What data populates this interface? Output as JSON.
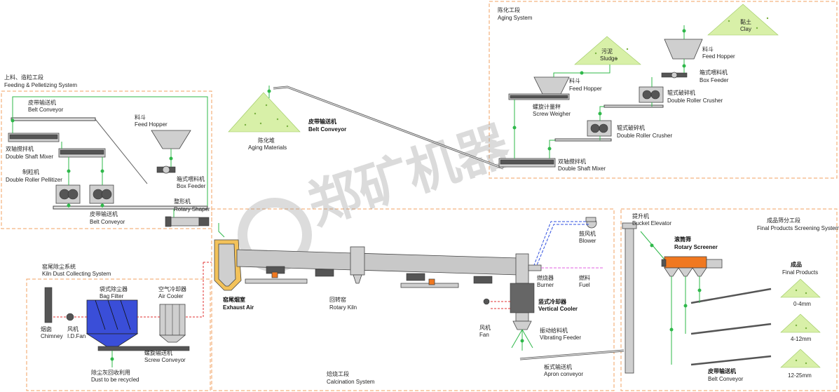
{
  "sections": {
    "feeding": {
      "cn": "上料、造粒工段",
      "en": "Feeding & Pelletizing System"
    },
    "aging": {
      "cn": "陈化工段",
      "en": "Aging System"
    },
    "dust": {
      "cn": "窑尾除尘系统",
      "en": "Kiln Dust Collecting System"
    },
    "calcination": {
      "cn": "焙烧工段",
      "en": "Calcination System"
    },
    "screening": {
      "cn": "成品筛分工段",
      "en": "Final Products Screening System"
    }
  },
  "equipment": {
    "belt_conveyor_1": {
      "cn": "皮带输送机",
      "en": "Belt Conveyor"
    },
    "double_shaft_mixer_1": {
      "cn": "双轴搅拌机",
      "en": "Double Shaft Mixer"
    },
    "pellitizer": {
      "cn": "制粒机",
      "en": "Double Roller Pellitizer"
    },
    "belt_conveyor_2": {
      "cn": "皮带输送机",
      "en": "Belt Conveyor"
    },
    "feed_hopper_1": {
      "cn": "料斗",
      "en": "Feed Hopper"
    },
    "box_feeder_1": {
      "cn": "箱式喂料机",
      "en": "Box Feeder"
    },
    "rotary_shaper": {
      "cn": "整形机",
      "en": "Rotary Shaper"
    },
    "aging_materials": {
      "cn": "陈化堆",
      "en": "Aging Materials"
    },
    "belt_conveyor_main": {
      "cn": "皮带输送机",
      "en": "Belt Conveyor"
    },
    "sludge": {
      "cn": "污泥",
      "en": "Sludge"
    },
    "clay": {
      "cn": "黏土",
      "en": "Clay"
    },
    "feed_hopper_2": {
      "cn": "料斗",
      "en": "Feed Hopper"
    },
    "feed_hopper_3": {
      "cn": "料斗",
      "en": "Feed Hopper"
    },
    "box_feeder_2": {
      "cn": "箱式喂料机",
      "en": "Box Feeder"
    },
    "screw_weigher": {
      "cn": "螺旋计量秤",
      "en": "Screw Weigher"
    },
    "double_roller_crusher_1": {
      "cn": "辊式破碎机",
      "en": "Double Roller Crusher"
    },
    "double_roller_crusher_2": {
      "cn": "辊式破碎机",
      "en": "Double Roller Crusher"
    },
    "double_shaft_mixer_2": {
      "cn": "双轴搅拌机",
      "en": "Double Shaft Mixer"
    },
    "bag_filter": {
      "cn": "袋式除尘器",
      "en": "Bag Filter"
    },
    "air_cooler": {
      "cn": "空气冷却器",
      "en": "Air Cooler"
    },
    "chimney": {
      "cn": "烟囱",
      "en": "Chimney"
    },
    "id_fan": {
      "cn": "风机",
      "en": "I.D.Fan"
    },
    "screw_conveyor": {
      "cn": "螺旋输送机",
      "en": "Screw Conveyor"
    },
    "dust_recycled": {
      "cn": "除尘灰回收利用",
      "en": "Dust to be recycled"
    },
    "exhaust_air": {
      "cn": "窑尾烟室",
      "en": "Exhaust Air"
    },
    "rotary_kiln": {
      "cn": "回转窑",
      "en": "Rotary Kiln"
    },
    "blower": {
      "cn": "鼓风机",
      "en": "Blower"
    },
    "burner": {
      "cn": "燃烧器",
      "en": "Burner"
    },
    "fuel": {
      "cn": "燃料",
      "en": "Fuel"
    },
    "vertical_cooler": {
      "cn": "竖式冷却器",
      "en": "Vertical Cooler"
    },
    "fan": {
      "cn": "风机",
      "en": "Fan"
    },
    "vibrating_feeder": {
      "cn": "振动给料机",
      "en": "Vibrating Feeder"
    },
    "apron_conveyor": {
      "cn": "板式输送机",
      "en": "Apron conveyor"
    },
    "bucket_elevator": {
      "cn": "提升机",
      "en": "Bucket Elevator"
    },
    "rotary_screener": {
      "cn": "滚筒筛",
      "en": "Rotary Screener"
    },
    "final_products": {
      "cn": "成品",
      "en": "Final Products"
    },
    "belt_conveyor_3": {
      "cn": "皮带输送机",
      "en": "Belt Conveyor"
    }
  },
  "product_sizes": [
    "0-4mm",
    "4-12mm",
    "12-25mm"
  ],
  "watermark": "郑矿机器",
  "colors": {
    "zone_border": "#f0a060",
    "flow": "#2fb84a",
    "pile": "#d8f0a8",
    "bag_filter": "#3a4ed8",
    "screener": "#f07820"
  }
}
